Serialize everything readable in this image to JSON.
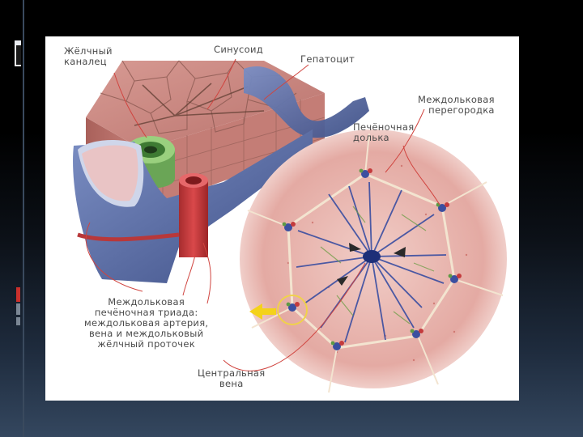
{
  "labels": {
    "bile_canaliculus": "Жёлчный\nканалец",
    "sinusoid": "Синусоид",
    "hepatocyte": "Гепатоцит",
    "interlobular_septum": "Междольковая\nперегородка",
    "hepatic_lobule": "Печёночная\nдолька",
    "portal_triad": "Междольковая\nпечёночная триада:\nмеждольковая артерия,\nвена и междольковый\nжёлчный проточек",
    "central_vein": "Центральная\nвена"
  },
  "colors": {
    "hepatocyte": "#c98a84",
    "vein": "#5b6fa8",
    "artery": "#c0393b",
    "bile_duct": "#7fb56a",
    "lobule_bg": "#e8b9b3",
    "pointer_arrow": "#f4d21a",
    "leader_line": "#d0443f"
  }
}
